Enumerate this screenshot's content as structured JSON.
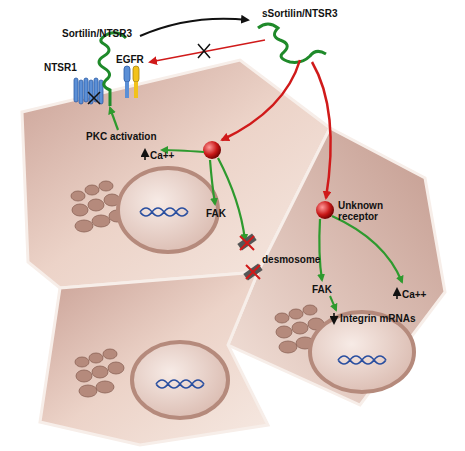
{
  "diagram": {
    "labels": [
      "Sortilin/NTSR3",
      "sSortilin/NTSR3",
      "NTSR1",
      "EGFR",
      "PKC activation",
      "Ca++",
      "FAK",
      "desmosome",
      "Unknown receptor",
      "FAK",
      "Ca++",
      "Integrin mRNAs"
    ]
  }
}
